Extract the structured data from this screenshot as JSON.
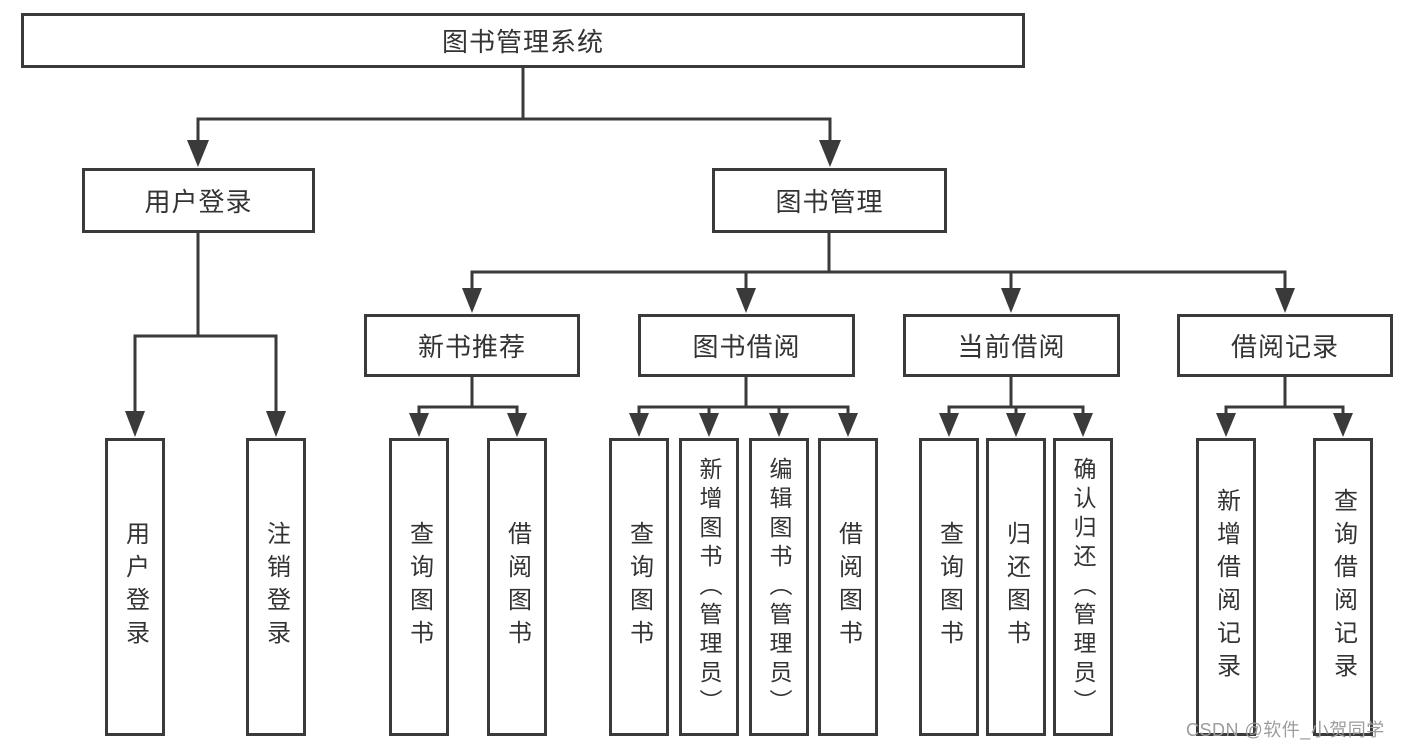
{
  "diagram_type": "functional-decomposition-tree",
  "tree": {
    "label": "图书管理系统",
    "children": [
      {
        "label": "用户登录",
        "children": [
          {
            "label": "用户登录"
          },
          {
            "label": "注销登录"
          }
        ]
      },
      {
        "label": "图书管理",
        "children": [
          {
            "label": "新书推荐",
            "children": [
              {
                "label": "查询图书"
              },
              {
                "label": "借阅图书"
              }
            ]
          },
          {
            "label": "图书借阅",
            "children": [
              {
                "label": "查询图书"
              },
              {
                "label": "新增图书（管理员）"
              },
              {
                "label": "编辑图书（管理员）"
              },
              {
                "label": "借阅图书"
              }
            ]
          },
          {
            "label": "当前借阅",
            "children": [
              {
                "label": "查询图书"
              },
              {
                "label": "归还图书"
              },
              {
                "label": "确认归还（管理员）"
              }
            ]
          },
          {
            "label": "借阅记录",
            "children": [
              {
                "label": "新增借阅记录"
              },
              {
                "label": "查询借阅记录"
              }
            ]
          }
        ]
      }
    ]
  },
  "watermark": {
    "text": "CSDN @软件_小贺同学",
    "color": "#9c9c9c"
  },
  "colors": {
    "line": "#3a3a3a",
    "box_border": "#3a3a3a",
    "text": "#333333",
    "background": "#ffffff"
  }
}
